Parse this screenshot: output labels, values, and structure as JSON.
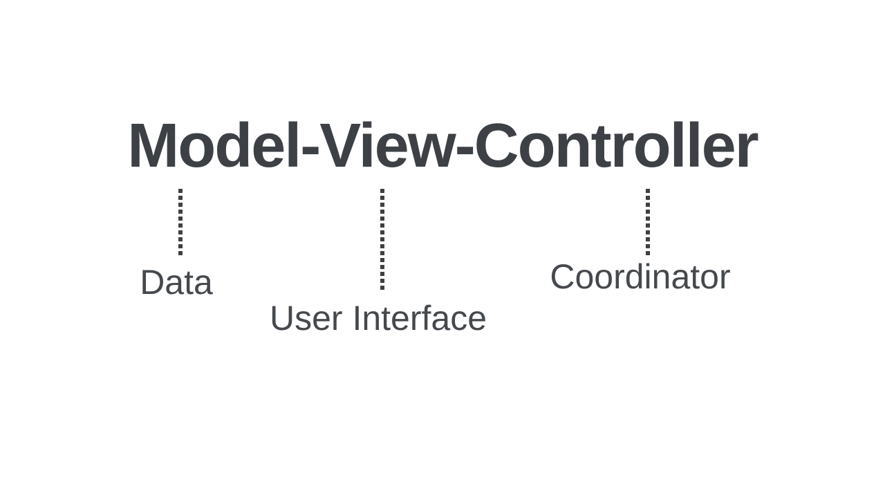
{
  "slide": {
    "title": "Model-View-Controller",
    "components": [
      {
        "part": "Model",
        "label": "Data"
      },
      {
        "part": "View",
        "label": "User Interface"
      },
      {
        "part": "Controller",
        "label": "Coordinator"
      }
    ],
    "colors": {
      "background": "#ffffff",
      "title_text": "#3d4145",
      "label_text": "#45494d",
      "connector_dots": "#3d4145"
    }
  }
}
